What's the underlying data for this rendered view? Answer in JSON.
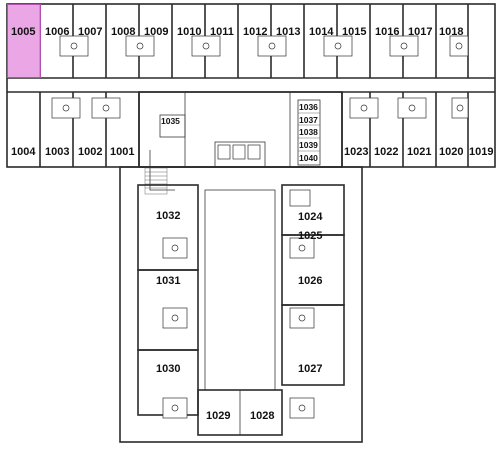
{
  "floor_plan": {
    "highlighted_room": "1005",
    "highlight_color": "#e896e2",
    "rooms": {
      "r1005": "1005",
      "r1006": "1006",
      "r1007": "1007",
      "r1008": "1008",
      "r1009": "1009",
      "r1010": "1010",
      "r1011": "1011",
      "r1012": "1012",
      "r1013": "1013",
      "r1014": "1014",
      "r1015": "1015",
      "r1016": "1016",
      "r1017": "1017",
      "r1018": "1018",
      "r1004": "1004",
      "r1003": "1003",
      "r1002": "1002",
      "r1001": "1001",
      "r1023": "1023",
      "r1022": "1022",
      "r1021": "1021",
      "r1020": "1020",
      "r1019": "1019",
      "r1035": "1035",
      "r1036": "1036",
      "r1037": "1037",
      "r1038": "1038",
      "r1039": "1039",
      "r1040": "1040",
      "r1032": "1032",
      "r1031": "1031",
      "r1030": "1030",
      "r1029": "1029",
      "r1024": "1024",
      "r1025": "1025",
      "r1026": "1026",
      "r1027": "1027",
      "r1028": "1028"
    }
  }
}
